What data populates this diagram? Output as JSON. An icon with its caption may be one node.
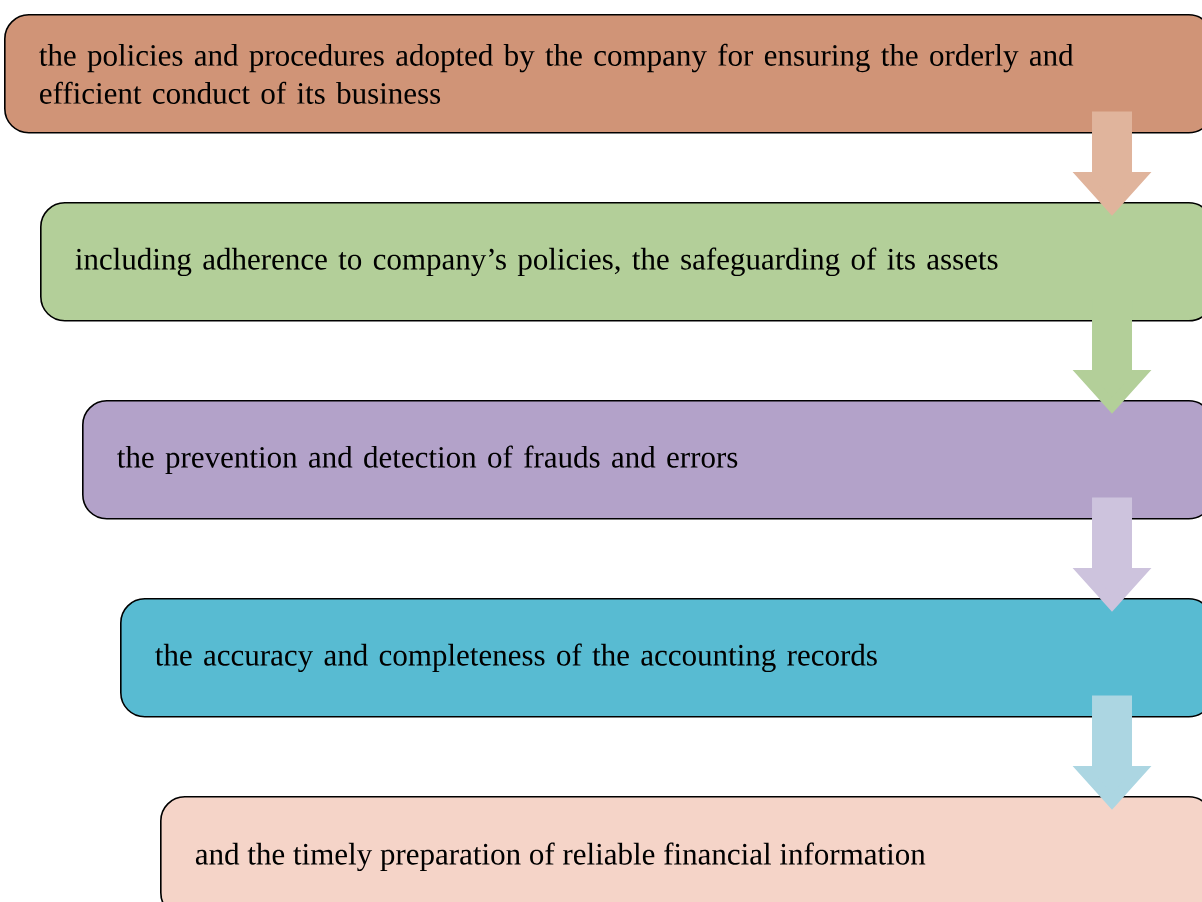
{
  "diagram": {
    "nodes": [
      {
        "text": [
          "the policies and procedures adopted by the company for ensuring the orderly and efficient conduct of its business"
        ]
      },
      {
        "text": [
          "including adherence to company’s policies, the safeguarding of its assets"
        ]
      },
      {
        "text": [
          "the prevention and detection of frauds and errors"
        ]
      },
      {
        "text": [
          "the accuracy and completeness of the accounting records"
        ]
      },
      {
        "text": [
          "and the timely preparation of reliable financial information"
        ]
      }
    ],
    "edges": [
      {
        "from": 0,
        "to": 1,
        "arrow": "to",
        "color": "#e0b49c"
      },
      {
        "from": 1,
        "to": 2,
        "arrow": "to",
        "color": "#b3cf99"
      },
      {
        "from": 2,
        "to": 3,
        "arrow": "to",
        "color": "#cdc3dd"
      },
      {
        "from": 3,
        "to": 4,
        "arrow": "to",
        "color": "#acd6e2"
      }
    ]
  }
}
